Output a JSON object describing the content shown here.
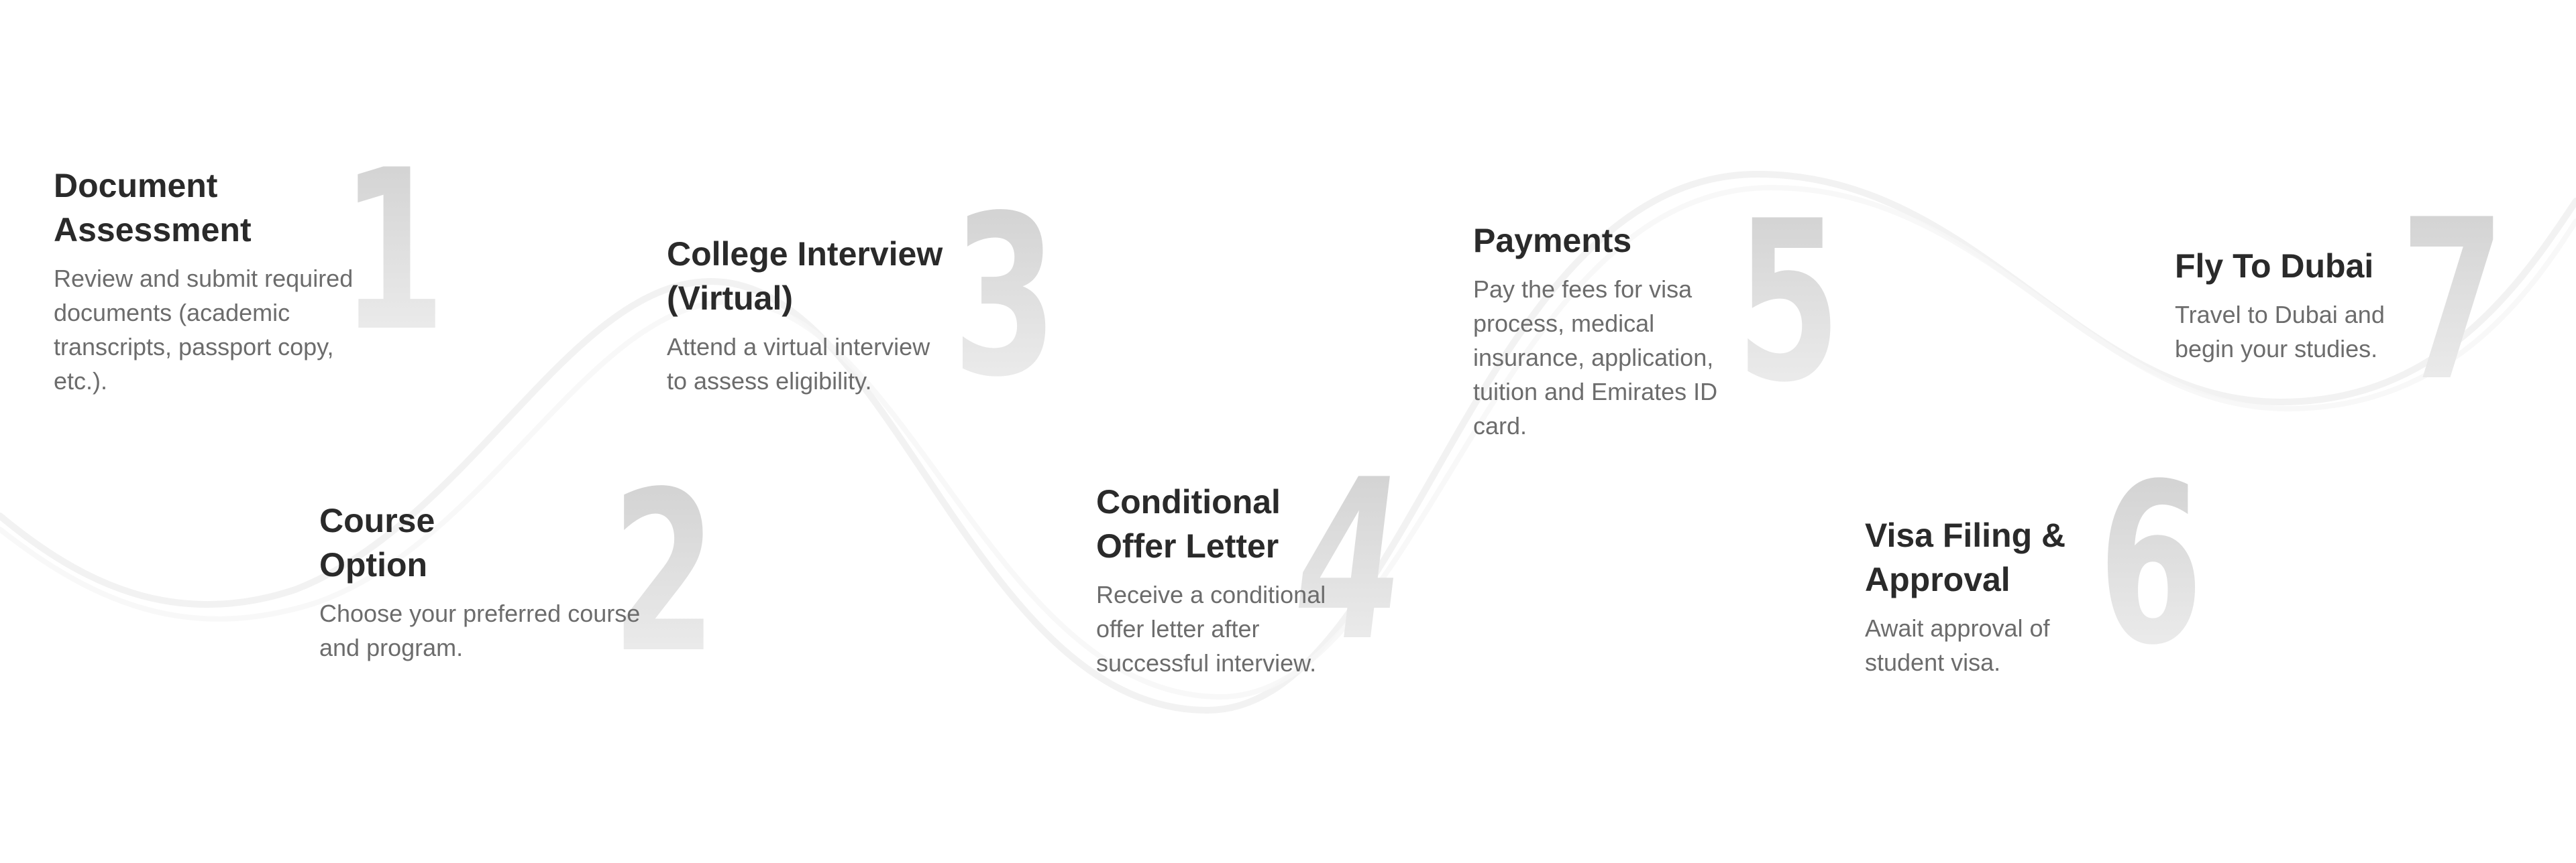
{
  "steps": [
    {
      "number": "1",
      "title": "Document\nAssessment",
      "description": "Review and submit required\ndocuments (academic\ntranscripts, passport copy,\netc.)."
    },
    {
      "number": "2",
      "title": "Course\nOption",
      "description": "Choose your preferred course\nand program."
    },
    {
      "number": "3",
      "title": "College Interview\n(Virtual)",
      "description": "Attend a virtual interview\nto assess eligibility."
    },
    {
      "number": "4",
      "title": "Conditional\nOffer Letter",
      "description": " Receive a conditional\noffer letter after\nsuccessful interview."
    },
    {
      "number": "5",
      "title": " Payments",
      "description": "Pay the fees for visa\nprocess, medical\ninsurance, application,\ntuition and Emirates ID\ncard."
    },
    {
      "number": "6",
      "title": "Visa Filing &\nApproval",
      "description": "Await approval of\nstudent visa."
    },
    {
      "number": "7",
      "title": "Fly To Dubai",
      "description": "Travel to Dubai and\nbegin your studies."
    }
  ],
  "colors": {
    "background": "#ffffff",
    "title": "#2a2a2a",
    "description": "#6c6c6c",
    "step_number": "#e0e0e0",
    "wave": "#f0f0f0"
  }
}
